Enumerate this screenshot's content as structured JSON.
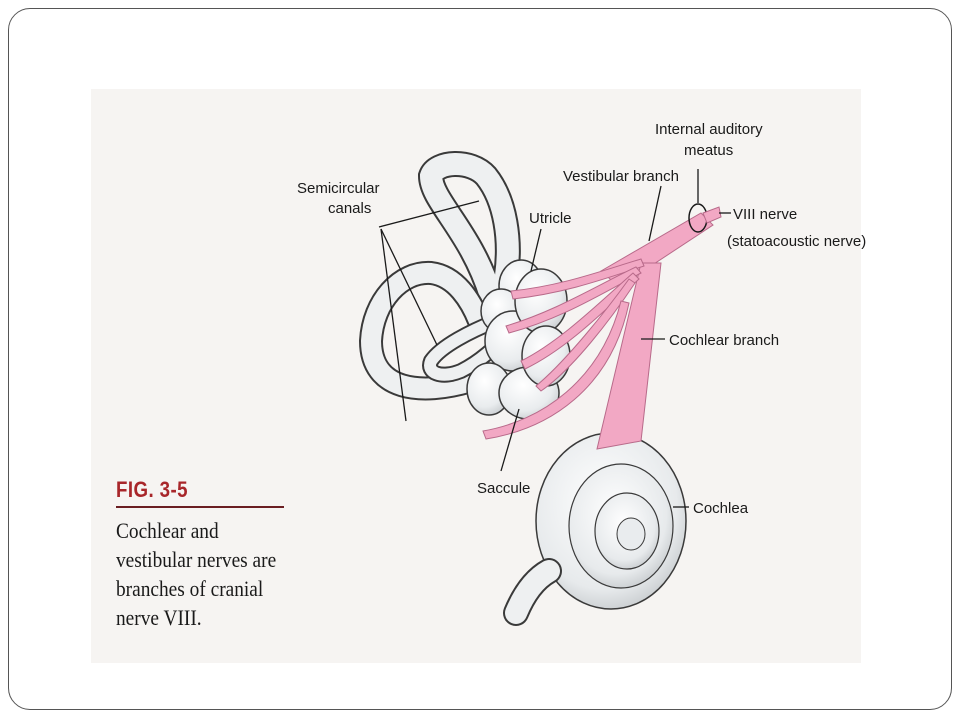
{
  "figure": {
    "number": "FIG. 3-5",
    "caption": "Cochlear and vestibular nerves are branches of cranial nerve VIII."
  },
  "labels": {
    "semicircular_1": "Semicircular",
    "semicircular_2": "canals",
    "utricle": "Utricle",
    "vestibular_branch": "Vestibular branch",
    "internal_auditory_1": "Internal auditory",
    "internal_auditory_2": "meatus",
    "viii_nerve_1": "VIII nerve",
    "viii_nerve_2": "(statoacoustic nerve)",
    "cochlear_branch": "Cochlear branch",
    "saccule": "Saccule",
    "cochlea": "Cochlea"
  },
  "colors": {
    "nerve": "#f2a8c4",
    "nerve_stroke": "#b86a8a",
    "labyrinth": "#eef0f1",
    "labyrinth_stroke": "#3a3a3a",
    "fig_number": "#a8262a"
  }
}
